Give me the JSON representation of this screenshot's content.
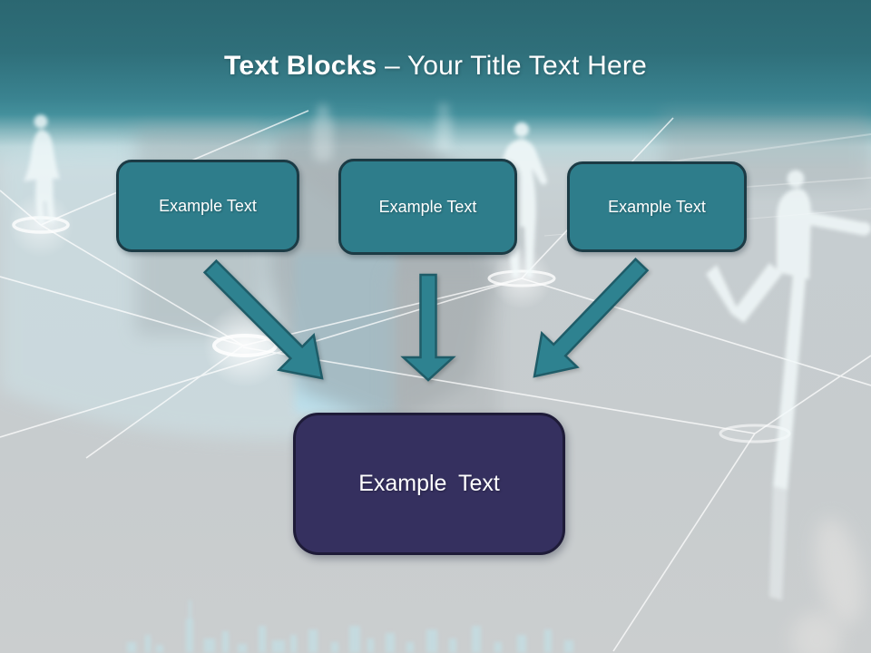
{
  "slide": {
    "title": {
      "bold": "Text Blocks",
      "regular": "– Your Title Text Here"
    }
  },
  "diagram": {
    "top_boxes": [
      {
        "label": "Example Text"
      },
      {
        "label": "Example Text"
      },
      {
        "label": "Example Text"
      }
    ],
    "bottom_box": {
      "label": "Example Text"
    },
    "arrows": [
      {
        "icon": "arrow-down-right-icon"
      },
      {
        "icon": "arrow-down-icon"
      },
      {
        "icon": "arrow-down-left-icon"
      }
    ]
  },
  "colors": {
    "header_top": "#2B6771",
    "header_mid": "#3F8C99",
    "body_gray": "#C7CDD0",
    "box_teal": "#2E7D8B",
    "box_teal_border": "#1C3B45",
    "box_purple": "#35305F",
    "box_purple_border": "#1E1B38",
    "arrow_fill": "#2E8290",
    "arrow_stroke": "#1F5C68",
    "title_text": "#FFFFFF",
    "box_text": "#FFFFFF"
  }
}
